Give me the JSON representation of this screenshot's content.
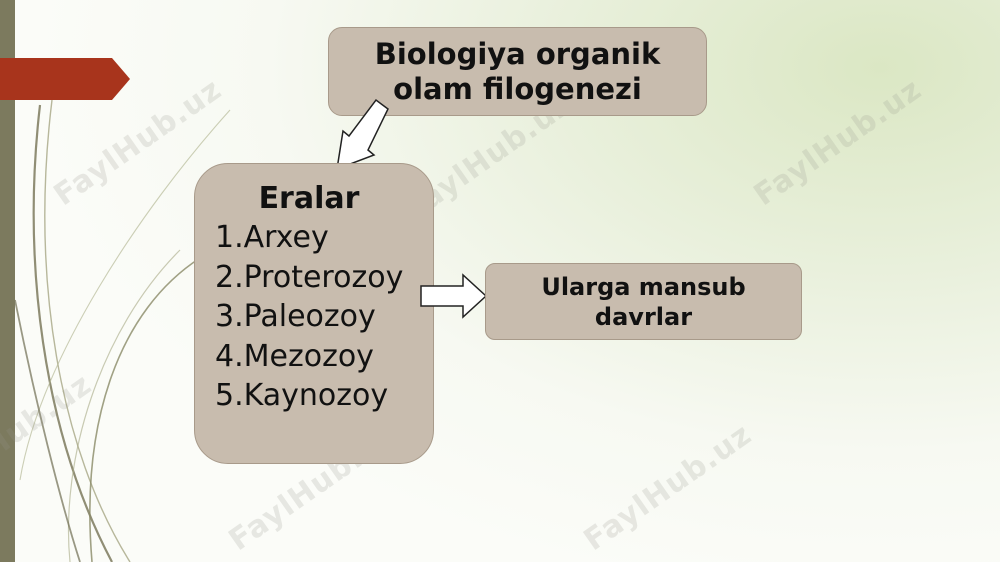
{
  "diagram": {
    "title_box": {
      "text": "Biologiya organik\nolam filogenezi"
    },
    "eras_box": {
      "heading": "Eralar",
      "items": [
        {
          "label": "1.Arxey"
        },
        {
          "label": "2.Proterozoy"
        },
        {
          "label": "3.Paleozoy"
        },
        {
          "label": "4.Mezozoy"
        },
        {
          "label": "5.Kaynozoy"
        }
      ]
    },
    "periods_box": {
      "text": "Ularga mansub\ndavrlar"
    }
  },
  "watermark": {
    "text": "FaylHub.uz"
  },
  "colors": {
    "box_fill": "#c8bcae",
    "box_border": "#a89a8a",
    "accent": "#a8341c",
    "side_bar": "#7c7a5e"
  }
}
